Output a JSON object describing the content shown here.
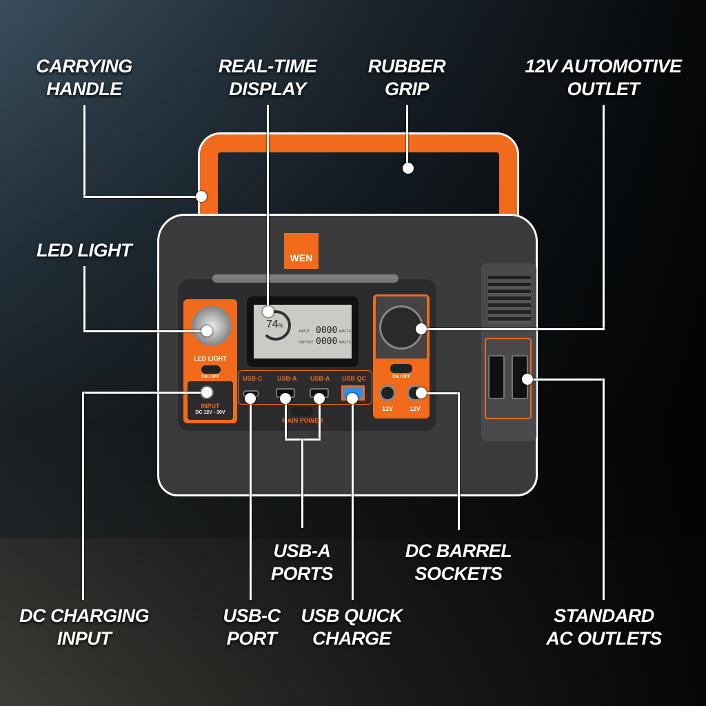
{
  "callouts": {
    "carrying_handle": "CARRYING\nHANDLE",
    "real_time_display": "REAL-TIME\nDISPLAY",
    "rubber_grip": "RUBBER\nGRIP",
    "automotive_outlet": "12V AUTOMOTIVE\nOUTLET",
    "led_light": "LED LIGHT",
    "dc_charging_input": "DC CHARGING\nINPUT",
    "usb_c_port": "USB-C\nPORT",
    "usb_a_ports": "USB-A\nPORTS",
    "usb_quick_charge": "USB QUICK\nCHARGE",
    "dc_barrel_sockets": "DC BARREL\nSOCKETS",
    "standard_ac_outlets": "STANDARD\nAC OUTLETS"
  },
  "product": {
    "brand": "WEN",
    "display": {
      "battery": "74",
      "percent": "%",
      "input_label": "INPUT",
      "output_label": "OUTPUT",
      "input_value": "0000",
      "output_value": "0000",
      "unit": "WATTS"
    },
    "led_light_label": "LED LIGHT",
    "on_off": "ON / OFF",
    "input_label": "INPUT",
    "input_spec": "DC 12V - 30V",
    "ports": [
      "USB-C",
      "USB-A",
      "USB-A",
      "USB QC"
    ],
    "main_power": "MAIN POWER",
    "barrel_labels": [
      "12V",
      "12V"
    ],
    "colors": {
      "accent": "#f26a1b",
      "body": "#3b3b3d",
      "lcd": "#c9ccc4",
      "usb_qc": "#2e8fe8"
    }
  }
}
